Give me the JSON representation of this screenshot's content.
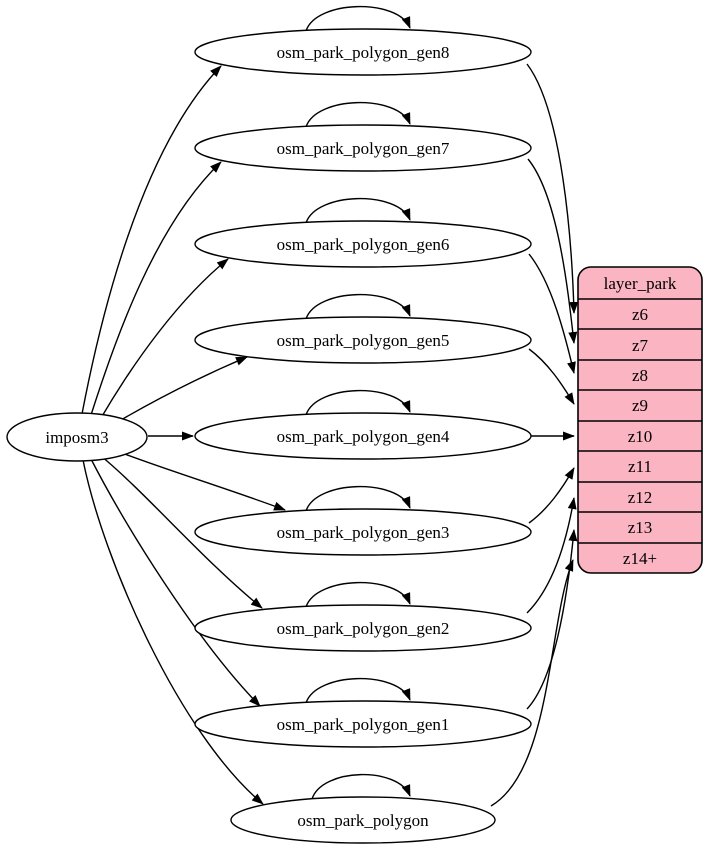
{
  "graph": {
    "root": {
      "label": "imposm3"
    },
    "sources": [
      {
        "label": "osm_park_polygon_gen8",
        "target": "z6"
      },
      {
        "label": "osm_park_polygon_gen7",
        "target": "z7"
      },
      {
        "label": "osm_park_polygon_gen6",
        "target": "z8"
      },
      {
        "label": "osm_park_polygon_gen5",
        "target": "z9"
      },
      {
        "label": "osm_park_polygon_gen4",
        "target": "z10"
      },
      {
        "label": "osm_park_polygon_gen3",
        "target": "z11"
      },
      {
        "label": "osm_park_polygon_gen2",
        "target": "z12"
      },
      {
        "label": "osm_park_polygon_gen1",
        "target": "z13"
      },
      {
        "label": "osm_park_polygon",
        "target": "z14+"
      }
    ],
    "layer_table": {
      "title": "layer_park",
      "rows": [
        "z6",
        "z7",
        "z8",
        "z9",
        "z10",
        "z11",
        "z12",
        "z13",
        "z14+"
      ]
    },
    "colors": {
      "table_fill": "#fbb4c2",
      "node_fill": "#ffffff",
      "edge_stroke": "#000000"
    }
  }
}
